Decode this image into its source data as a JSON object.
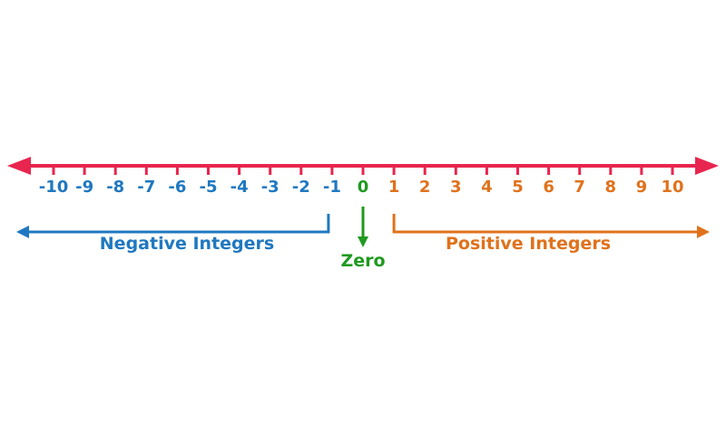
{
  "number_line": {
    "ticks": [
      -10,
      -9,
      -8,
      -7,
      -6,
      -5,
      -4,
      -3,
      -2,
      -1,
      0,
      1,
      2,
      3,
      4,
      5,
      6,
      7,
      8,
      9,
      10
    ]
  },
  "labels": {
    "negative": "Negative Integers",
    "zero": "Zero",
    "positive": "Positive Integers"
  },
  "colors": {
    "line": "#e8254e",
    "negative": "#1f78c0",
    "zero": "#1f9a1f",
    "positive": "#e0721c"
  }
}
